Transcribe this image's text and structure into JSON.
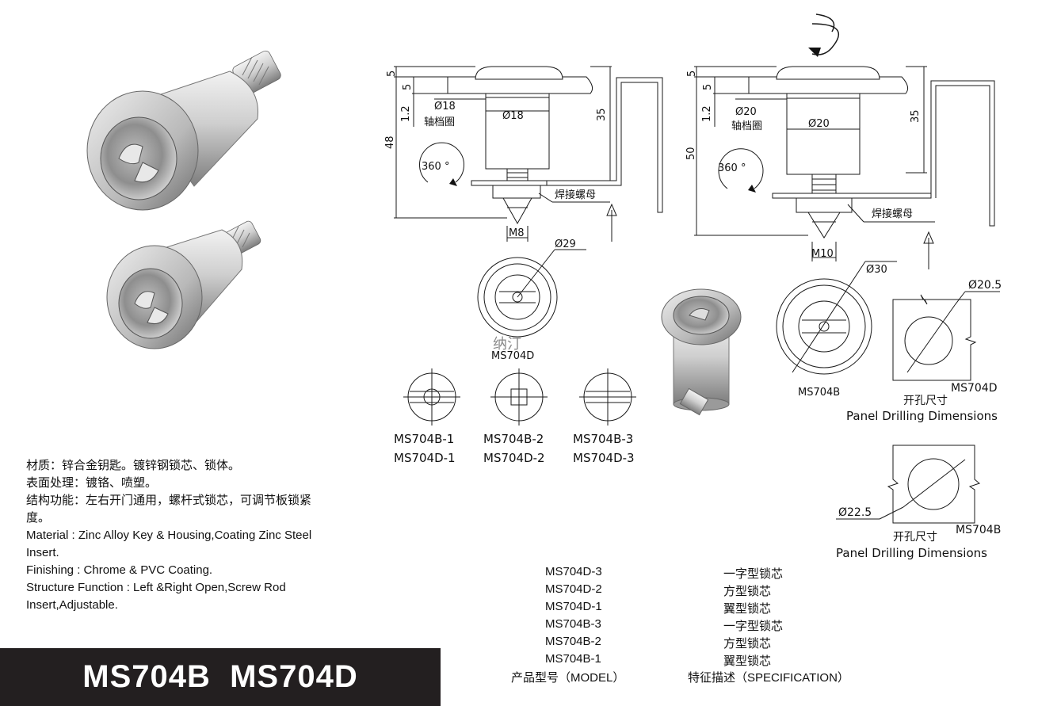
{
  "product_title": "MS704B  MS704D",
  "description": {
    "lines_cn": [
      "材质：锌合金钥匙。镀锌钢锁芯、锁体。",
      "表面处理：镀铬、喷塑。",
      "结构功能：左右开门通用，螺杆式锁芯，可调节板锁紧",
      "度。"
    ],
    "lines_en": [
      "Material : Zinc Alloy Key & Housing,Coating Zinc Steel",
      "Insert.",
      "Finishing : Chrome & PVC Coating.",
      "Structure Function : Left &Right Open,Screw Rod",
      "Insert,Adjustable."
    ]
  },
  "drawing_left": {
    "dim_5a": "5",
    "dim_5b": "5",
    "dim_1_2": "1.2",
    "dim_48": "48",
    "dim_35": "35",
    "ring_dia": "Ø18",
    "ring_label": "轴档圈",
    "body_dia": "Ø18",
    "rotation": "360 °",
    "nut_label": "焊接螺母",
    "thread": "M8",
    "face_dia": "Ø29",
    "face_model": "MS704D",
    "watermark": "纳汀"
  },
  "drawing_right": {
    "dim_5a": "5",
    "dim_5b": "5",
    "dim_1_2": "1.2",
    "dim_50": "50",
    "dim_35": "35",
    "ring_dia": "Ø20",
    "ring_label": "轴档圈",
    "body_dia": "Ø20",
    "rotation": "360 °",
    "nut_label": "焊接螺母",
    "thread": "M10",
    "face_dia": "Ø30",
    "face_model": "MS704B"
  },
  "cores": [
    {
      "top": "MS704B-1",
      "bottom": "MS704D-1"
    },
    {
      "top": "MS704B-2",
      "bottom": "MS704D-2"
    },
    {
      "top": "MS704B-3",
      "bottom": "MS704D-3"
    }
  ],
  "drilling": [
    {
      "dia": "Ø20.5",
      "model": "MS704D",
      "label_cn": "开孔尺寸",
      "label_en": "Panel Drilling Dimensions"
    },
    {
      "dia": "Ø22.5",
      "model": "MS704B",
      "label_cn": "开孔尺寸",
      "label_en": "Panel Drilling Dimensions"
    }
  ],
  "spec_table": {
    "rows": [
      {
        "model": "MS704D-3",
        "spec": "一字型锁芯"
      },
      {
        "model": "MS704D-2",
        "spec": "方型锁芯"
      },
      {
        "model": "MS704D-1",
        "spec": "翼型锁芯"
      },
      {
        "model": "MS704B-3",
        "spec": "一字型锁芯"
      },
      {
        "model": "MS704B-2",
        "spec": "方型锁芯"
      },
      {
        "model": "MS704B-1",
        "spec": "翼型锁芯"
      }
    ],
    "header_model": "产品型号（MODEL）",
    "header_spec": "特征描述（SPECIFICATION）"
  },
  "colors": {
    "title_bg": "#231f20",
    "title_fg": "#ffffff",
    "line": "#1a1a1a",
    "metal_light": "#ececec",
    "metal_dark": "#7a7a7a"
  }
}
